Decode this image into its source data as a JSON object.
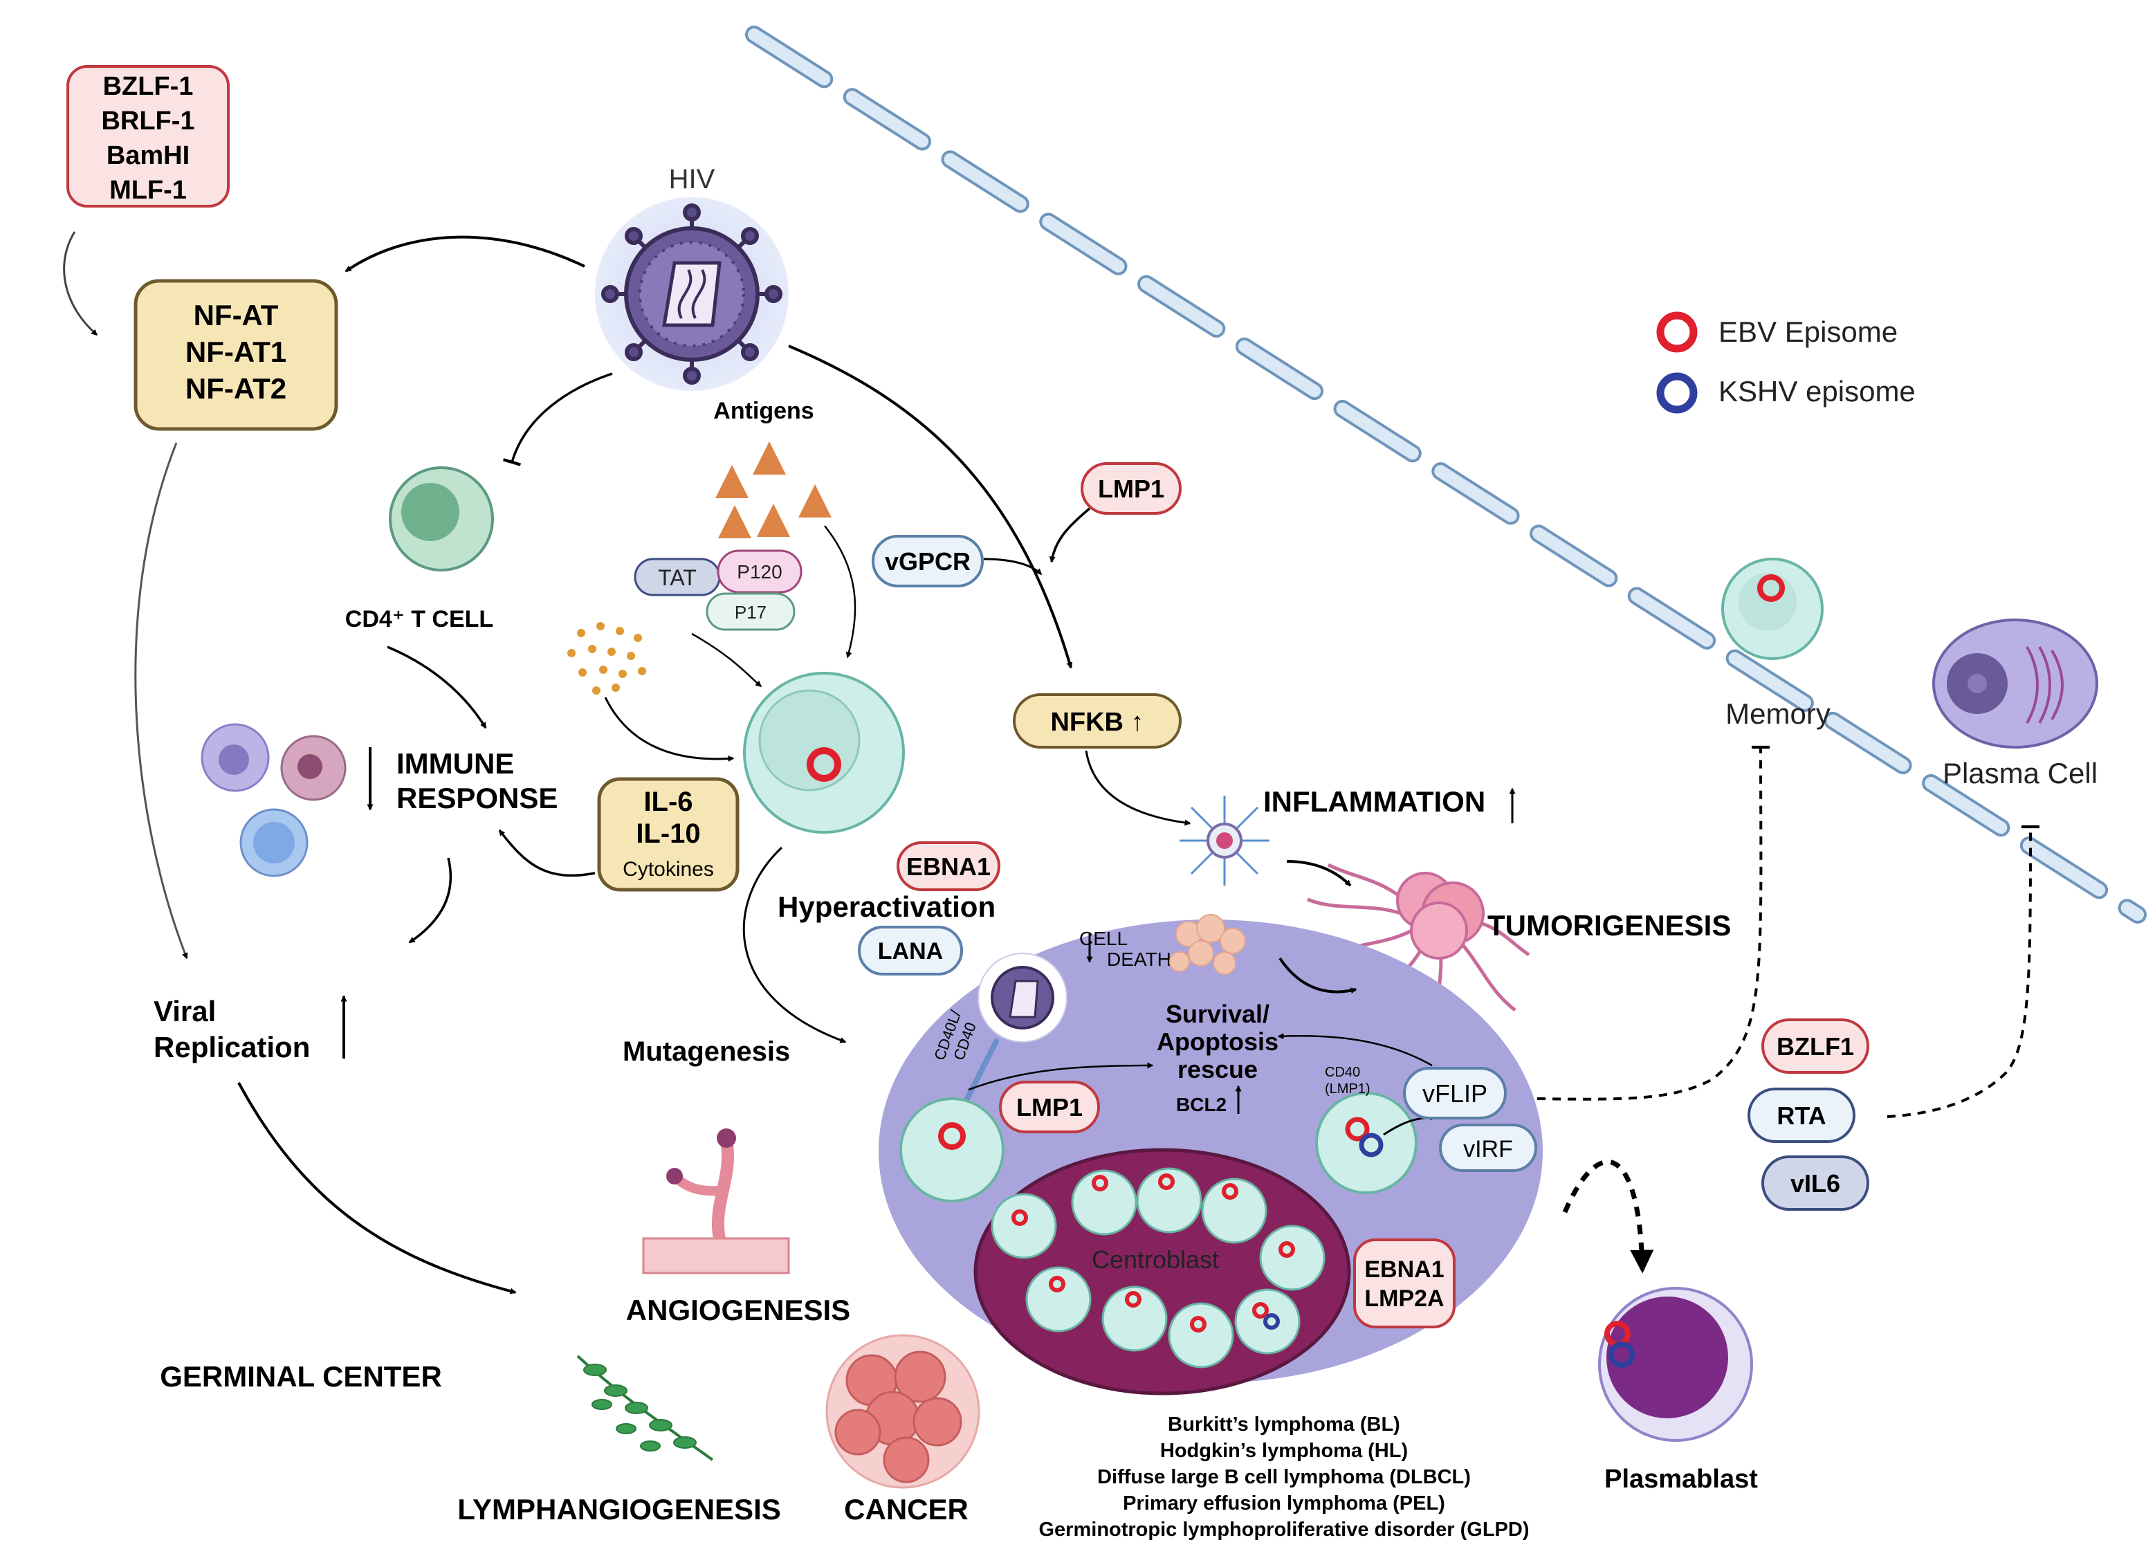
{
  "colors": {
    "red_box_fill": "#fbe3e3",
    "red_box_stroke": "#c0393e",
    "tan_box_fill": "#f7e6b5",
    "tan_box_stroke": "#6e5a2c",
    "blue_pill_fill": "#eaf2fa",
    "blue_pill_stroke": "#5b7fa8",
    "gray_pill_fill": "#ced6e8",
    "gray_pill_stroke": "#3b4e80",
    "pink_pill_fill": "#f6d8ea",
    "pink_pill_stroke": "#a0457c",
    "green_pill_fill": "#e7f5ee",
    "green_pill_stroke": "#5b9a80",
    "germinal_fill": "#aaa4dc",
    "centroblast_fill": "#86235f",
    "ebv_episome": "#e0202c",
    "kshv_episome": "#2f3f9e",
    "antigen": "#dc8446",
    "dashed_boundary": "#a9c9e6"
  },
  "labels": {
    "bzlf_box": [
      "BZLF-1",
      "BRLF-1",
      "BamHI",
      "MLF-1"
    ],
    "nfat_box": [
      "NF-AT",
      "NF-AT1",
      "NF-AT2"
    ],
    "hiv": "HIV",
    "antigens": "Antigens",
    "cd4_tcell": "CD4⁺ T CELL",
    "tat": "TAT",
    "p120": "P120",
    "p17": "P17",
    "lmp1_top": "LMP1",
    "vgpcr": "vGPCR",
    "nfkb": "NFKB ↑",
    "immune_response": [
      "IMMUNE",
      "RESPONSE"
    ],
    "cytokine_box": [
      "IL-6",
      "IL-10",
      "Cytokines"
    ],
    "inflammation": "INFLAMMATION",
    "ebna1_top": "EBNA1",
    "hyperactivation": "Hyperactivation",
    "lana": "LANA",
    "tumorigenesis": "TUMORIGENESIS",
    "viral_replication": [
      "Viral",
      "Replication"
    ],
    "mutagenesis": "Mutagenesis",
    "cell_death": [
      "CELL",
      "DEATH"
    ],
    "survival": [
      "Survival/",
      "Apoptosis",
      "rescue"
    ],
    "bcl2": "BCL2",
    "cd40l": [
      "CD40L/",
      "CD40"
    ],
    "lmp1_mid": "LMP1",
    "cd40_lmp1": [
      "CD40",
      "(LMP1)"
    ],
    "vflip": "vFLIP",
    "virf": "vIRF",
    "centroblast": "Centroblast",
    "ebna1_lmp2a": [
      "EBNA1",
      "LMP2A"
    ],
    "angiogenesis": "ANGIOGENESIS",
    "germinal_center": "GERMINAL CENTER",
    "lymphangiogenesis": "LYMPHANGIOGENESIS",
    "cancer": "CANCER",
    "lymphomas": [
      "Burkitt’s lymphoma (BL)",
      "Hodgkin’s lymphoma (HL)",
      "Diffuse large B cell lymphoma (DLBCL)",
      "Primary effusion lymphoma (PEL)",
      "Germinotropic lymphoproliferative disorder (GLPD)"
    ],
    "ebv_legend": "EBV Episome",
    "kshv_legend": "KSHV episome",
    "memory": "Memory",
    "plasma_cell": "Plasma Cell",
    "bzlf1": "BZLF1",
    "rta": "RTA",
    "vil6": "vIL6",
    "plasmablast": "Plasmablast"
  }
}
